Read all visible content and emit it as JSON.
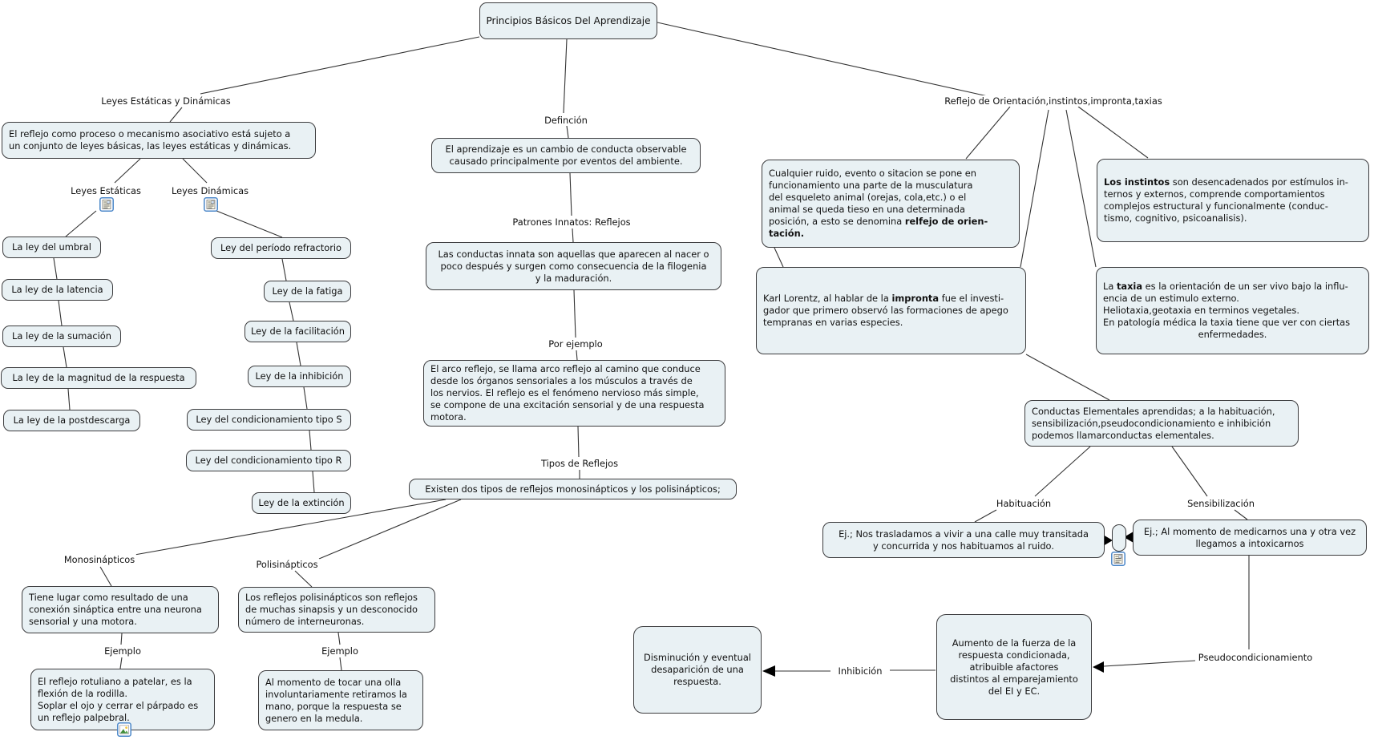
{
  "nodes": {
    "title": "Principios Básicos Del Aprendizaje",
    "reflejo_proceso": "El reflejo como proceso o mecanismo asociativo está sujeto a\nun conjunto de leyes básicas, las leyes estáticas y dinámicas.",
    "umbral": "La ley del umbral",
    "latencia": "La ley de la latencia",
    "sumacion": "La ley de la sumación",
    "magnitud": "La ley de la magnitud de la respuesta",
    "postdescarga": "La ley de la postdescarga",
    "refractorio": "Ley del período refractorio",
    "fatiga": "Ley de la fatiga",
    "facilitacion": "Ley de la facilitación",
    "inhibicion": "Ley de la inhibición",
    "tipo_s": "Ley del condicionamiento tipo S",
    "tipo_r": "Ley del condicionamiento tipo R",
    "extincion": "Ley de la extinción",
    "aprendizaje": "El aprendizaje es un cambio de conducta observable\ncausado principalmente por eventos del ambiente.",
    "conductas_innata": "Las conductas innata son aquellas que aparecen al nacer o\npoco después y surgen como consecuencia de la filogenia\ny la maduración.",
    "arco_reflejo": "El arco reflejo, se llama arco reflejo al camino que conduce\ndesde los órganos sensoriales a los músculos a través de\nlos nervios. El reflejo es el fenómeno nervioso más simple,\nse compone de una excitación sensorial y de una respuesta\nmotora.",
    "existen": "Existen dos tipos de reflejos monosinápticos y los polisinápticos;",
    "cualquier_ruido": {
      "p1": "Cualquier ruido, evento o sitacion se pone en\nfuncionamiento una parte de la musculatura\ndel esqueleto animal (orejas, cola,etc.) o el\nanimal se queda tieso en una determinada\nposición, a esto se denomina ",
      "b": "relfejo de orien-\ntación."
    },
    "instintos": {
      "b": "Los instintos",
      "p2": " son desencadenados por estímulos in-\nternos y externos, comprende comportamientos\ncomplejos estructural y funcionalmente (conduc-\ntismo, cognitivo, psicoanalisis)."
    },
    "karl": {
      "p1": "Karl Lorentz, al hablar de la ",
      "b": "impronta",
      "p2": " fue el investi-\ngador que primero observó las formaciones de apego\ntempranas en varias especies."
    },
    "taxia": {
      "p1": "La ",
      "b": "taxia",
      "p2": " es la orientación de un ser vivo bajo la influ-\nencia de un estimulo externo.\nHeliotaxia,geotaxia en terminos vegetales.\nEn patología médica la taxia tiene que ver con ciertas",
      "center": "enfermedades."
    },
    "conductas_elementales": "Conductas Elementales aprendidas; a la habituación,\nsensibilización,pseudocondicionamiento e inhibición\npodemos llamarconductas elementales.",
    "ej_habituacion": "Ej.; Nos trasladamos a vivir a una calle muy transitada\ny concurrida y nos habituamos al ruido.",
    "ej_sensibilizacion": "Ej.; Al momento de medicarnos una y otra vez\nllegamos a intoxicarnos",
    "tiene_lugar": "Tiene lugar como resultado de una\nconexión sináptica entre una neurona\nsensorial y una motora.",
    "poli_def": "Los reflejos polisinápticos son reflejos\nde muchas sinapsis y un desconocido\nnúmero de interneuronas.",
    "rotuliano": "El reflejo rotuliano a patelar, es la\nflexión de la rodilla.\nSoplar el ojo y cerrar el párpado es\nun reflejo palpebral.",
    "olla": "Al momento de tocar una olla\ninvoluntariamente retiramos la\nmano, porque la respuesta se\ngenero en la medula.",
    "disminucion": "Disminución y eventual\ndesaparición de una\nrespuesta.",
    "aumento": "Aumento de la fuerza de la\nrespuesta condicionada,\natribuible afactores\ndistintos al emparejamiento\ndel EI y EC."
  },
  "labels": {
    "leyes_est_din": "Leyes Estáticas y Dinámicas",
    "leyes_estaticas": "Leyes Estáticas",
    "leyes_dinamicas": "Leyes Dinámicas",
    "definicion": "Definción",
    "patrones": "Patrones Innatos: Reflejos",
    "por_ejemplo": "Por ejemplo",
    "tipos": "Tipos de Reflejos",
    "reflejo_orientacion": "Reflejo de Orientación,instintos,impronta,taxias",
    "monosinapticos": "Monosinápticos",
    "polisinapticos": "Polisinápticos",
    "ejemplo_mono": "Ejemplo",
    "ejemplo_poli": "Ejemplo",
    "habituacion": "Habituación",
    "sensibilizacion": "Sensibilización",
    "inhibicion_link": "Inhibición",
    "pseudocondicionamiento": "Pseudocondicionamiento"
  },
  "icons": {
    "resource": "document-resource-icon",
    "image": "image-resource-icon"
  },
  "colors": {
    "background": "#ffffff",
    "node_fill": "#e9f1f4",
    "node_border": "#3c3c3e",
    "line": "#333333",
    "icon_border": "#4a86c8",
    "text": "#111111"
  }
}
